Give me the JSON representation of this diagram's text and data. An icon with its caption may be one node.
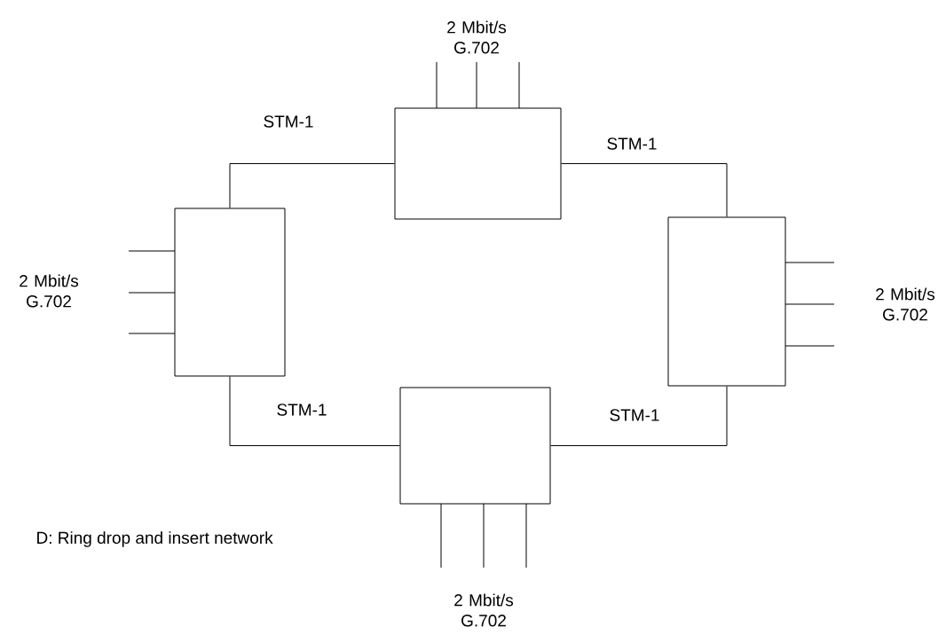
{
  "diagram": {
    "caption": "D: Ring drop and insert network",
    "nodes": [
      {
        "text": [],
        "shape": "box"
      },
      {
        "text": [],
        "shape": "box"
      },
      {
        "text": [],
        "shape": "box"
      },
      {
        "text": [],
        "shape": "box"
      }
    ],
    "edges": [
      {
        "from": 0,
        "to": 1,
        "arrow": "none",
        "label": "STM-1"
      },
      {
        "from": 0,
        "to": 2,
        "arrow": "none",
        "label": "STM-1"
      },
      {
        "from": 1,
        "to": 3,
        "arrow": "none",
        "label": "STM-1"
      },
      {
        "from": 2,
        "to": 3,
        "arrow": "none",
        "label": "STM-1"
      },
      {
        "from": 0,
        "to": null,
        "arrow": "none"
      },
      {
        "from": 0,
        "to": null,
        "arrow": "none"
      },
      {
        "from": 0,
        "to": null,
        "arrow": "none"
      },
      {
        "from": 1,
        "to": null,
        "arrow": "none"
      },
      {
        "from": 1,
        "to": null,
        "arrow": "none"
      },
      {
        "from": 1,
        "to": null,
        "arrow": "none"
      },
      {
        "from": 2,
        "to": null,
        "arrow": "none"
      },
      {
        "from": 2,
        "to": null,
        "arrow": "none"
      },
      {
        "from": 2,
        "to": null,
        "arrow": "none"
      },
      {
        "from": 3,
        "to": null,
        "arrow": "none"
      },
      {
        "from": 3,
        "to": null,
        "arrow": "none"
      },
      {
        "from": 3,
        "to": null,
        "arrow": "none"
      }
    ],
    "labels": [
      "2 Mbit/s G.702",
      "2 Mbit/s G.702",
      "2 Mbit/s G.702",
      "2 Mbit/s G.702"
    ]
  }
}
